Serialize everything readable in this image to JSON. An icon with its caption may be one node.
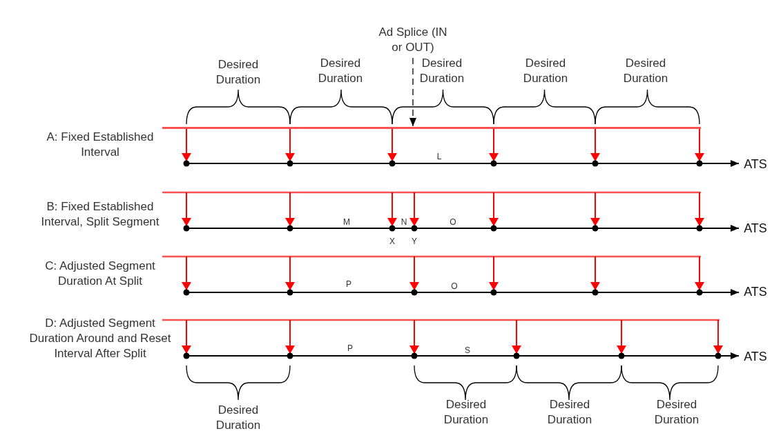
{
  "diagram": {
    "nodes": [
      {
        "text": [
          "Ad Splice (IN or OUT)"
        ]
      },
      {
        "text": [],
        "shape": "bar"
      }
    ],
    "edges": [
      {
        "from": 0,
        "to": 1,
        "arrow": "to",
        "style": "dashed"
      }
    ],
    "labels": [
      "Desired Duration",
      "Desired Duration",
      "Desired Duration",
      "Desired Duration",
      "Desired Duration",
      "A: Fixed Established Interval",
      "L",
      "ATS",
      "B: Fixed Established Interval, Split Segment",
      "M",
      "N",
      "O",
      "ATS",
      "X",
      "Y",
      "C: Adjusted Segment Duration At Split",
      "P",
      "O",
      "ATS",
      "D: Adjusted Segment Duration Around and Reset Interval After Split",
      "P",
      "S",
      "ATS",
      "Desired Duration",
      "Desired Duration",
      "Desired Duration",
      "Desired Duration"
    ]
  }
}
